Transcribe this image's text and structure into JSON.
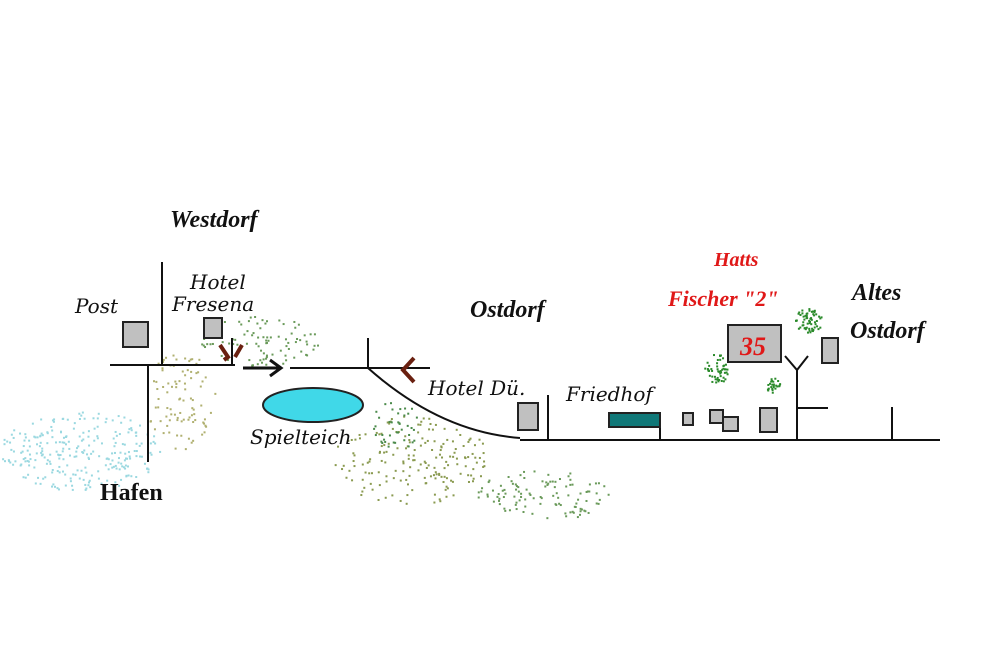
{
  "labels": {
    "westdorf": "Westdorf",
    "post": "Post",
    "hotel_fresena_1": "Hotel",
    "hotel_fresena_2": "Fresena",
    "ostdorf": "Ostdorf",
    "hotel_du": "Hotel Dü.",
    "friedhof": "Friedhof",
    "spielteich": "Spielteich",
    "hafen": "Hafen",
    "altes": "Altes",
    "altes_ostdorf": "Ostdorf",
    "hatts": "Hatts",
    "fischer": "Fischer \"2\"",
    "house_number": "35"
  },
  "colors": {
    "pond": "#40d8e8",
    "cemetery": "#107878",
    "highlight": "#e01818",
    "vegetation": "#2a8a2a",
    "chevron": "#6a2010"
  }
}
